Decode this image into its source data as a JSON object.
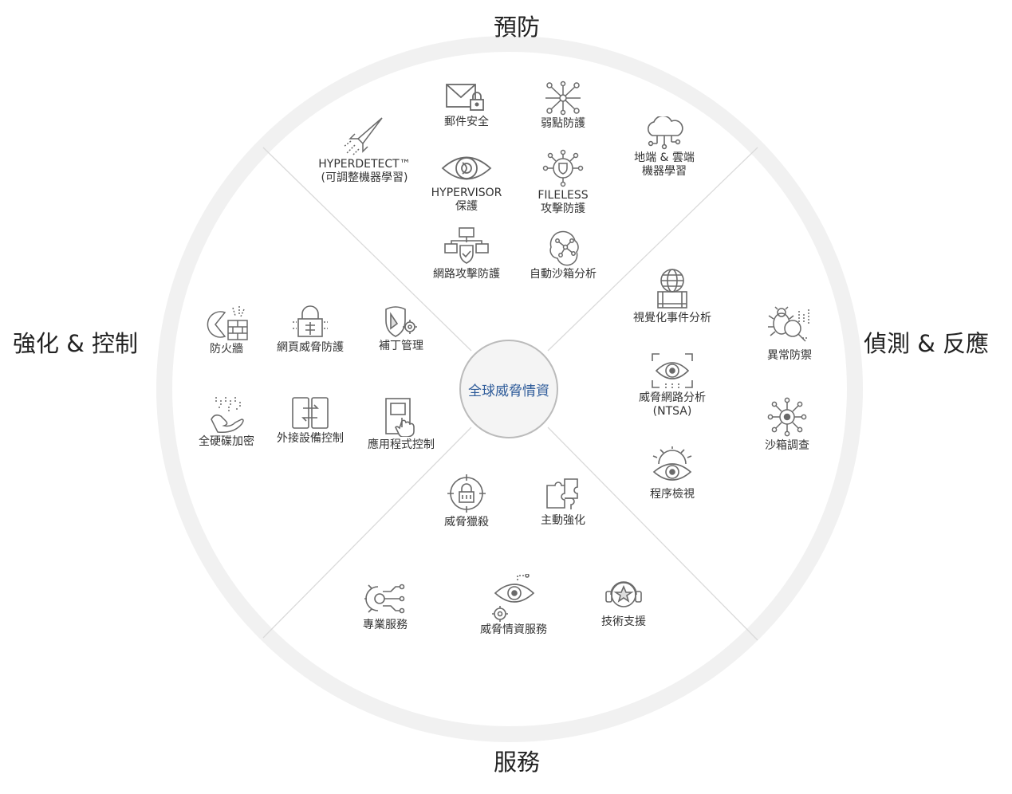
{
  "quadrants": {
    "top": "預防",
    "left": "強化 & 控制",
    "right": "偵測 & 反應",
    "bottom": "服務"
  },
  "center": "全球威脅情資",
  "items": {
    "mail": [
      "郵件安全"
    ],
    "vuln": [
      "弱點防護"
    ],
    "hyperdetect": [
      "HYPERDETECT™",
      "(可調整機器學習)"
    ],
    "cloud": [
      "地端 & 雲端",
      "機器學習"
    ],
    "hypervisor": [
      "HYPERVISOR",
      "保護"
    ],
    "fileless": [
      "FILELESS",
      "攻擊防護"
    ],
    "network": [
      "網路攻擊防護"
    ],
    "sandbox_auto": [
      "自動沙箱分析"
    ],
    "firewall": [
      "防火牆"
    ],
    "webthreat": [
      "網頁威脅防護"
    ],
    "patch": [
      "補丁管理"
    ],
    "visual": [
      "視覺化事件分析"
    ],
    "anomaly": [
      "異常防禦"
    ],
    "encrypt": [
      "全硬碟加密"
    ],
    "device": [
      "外接設備控制"
    ],
    "appctrl": [
      "應用程式控制"
    ],
    "ntsa": [
      "威脅網路分析",
      "(NTSA)"
    ],
    "sandbox_inv": [
      "沙箱調查"
    ],
    "process": [
      "程序檢視"
    ],
    "hunting": [
      "威脅獵殺"
    ],
    "harden": [
      "主動強化"
    ],
    "pro": [
      "專業服務"
    ],
    "intel": [
      "威脅情資服務"
    ],
    "support": [
      "技術支援"
    ]
  }
}
